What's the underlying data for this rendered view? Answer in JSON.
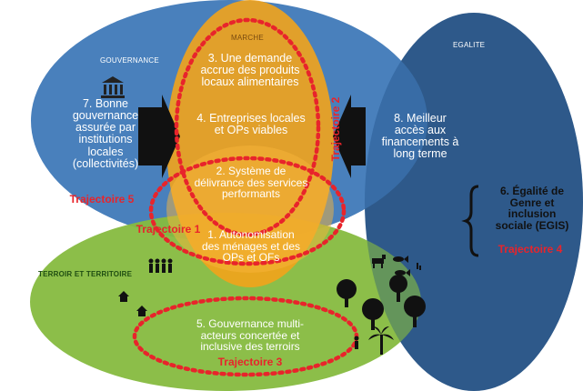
{
  "colors": {
    "governance": "#3f79b8",
    "equality": "#2e5a8a",
    "market": "#f2a31b",
    "territory": "#86bb3f",
    "trajectory": "#e8242b"
  },
  "circles": {
    "governance": "GOUVERNANCE",
    "market": "MARCHE",
    "equality": "EGALITE",
    "territory": "TERROIR ET TERRITOIRE"
  },
  "outcomes": {
    "o1": "1. Autonomisation\ndes ménages et des\nOPs et OFs",
    "o2": "2. Système de\ndélivrance des services\nperformants",
    "o3": "3. Une demande\naccrue des produits\nlocaux alimentaires",
    "o4": "4. Entreprises locales\net OPs viables",
    "o5": "5. Gouvernance multi-\nacteurs concertée et\ninclusive des terroirs",
    "o6": "6. Égalité de\nGenre et\ninclusion\nsociale (EGIS)",
    "o7": "7. Bonne\ngouvernance\nassurée par\ninstitutions\nlocales\n(collectivités)",
    "o8": "8. Meilleur\naccès aux\nfinancements à\nlong terme"
  },
  "trajectories": {
    "t1": "Trajectoire 1",
    "t2": "Trajectoire 2",
    "t3": "Trajectoire 3",
    "t4": "Trajectoire 4",
    "t5": "Trajectoire 5"
  },
  "icons": [
    "institution-icon",
    "people-icon",
    "house-icon",
    "tree-icon",
    "animals-icon",
    "palm-tree-icon"
  ]
}
